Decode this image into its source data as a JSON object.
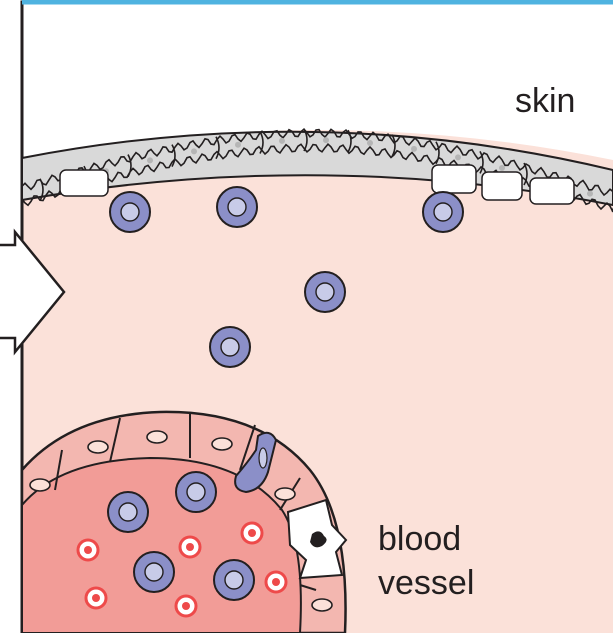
{
  "labels": {
    "skin": "skin",
    "blood_line1": "blood",
    "blood_line2": "vessel"
  },
  "colors": {
    "frame_top": "#4fb3e0",
    "tissue": "#fbe1d9",
    "skin_layer": "#d9d9d9",
    "vessel_wall": "#f3b7b0",
    "vessel_lumen": "#f29c97",
    "leukocyte": "#8b8fc8",
    "leukocyte_nucleus": "#c8cbe8",
    "red_cell": "#ee4a4a"
  },
  "icons": {
    "arrow": "right-arrow-icon"
  }
}
